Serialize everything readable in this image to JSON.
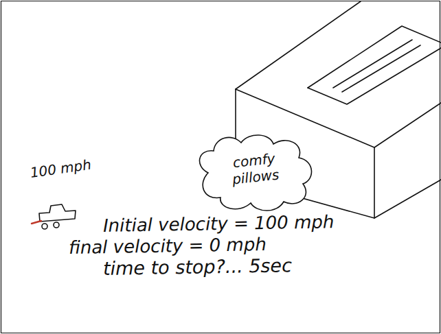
{
  "diagram": {
    "nodes": [
      {
        "text": [
          "comfy pillows"
        ]
      }
    ],
    "labels": [
      "100 mph",
      "Initial velocity = 100 mph",
      "final velocity = 0 mph",
      "time to stop?... 5sec"
    ]
  }
}
